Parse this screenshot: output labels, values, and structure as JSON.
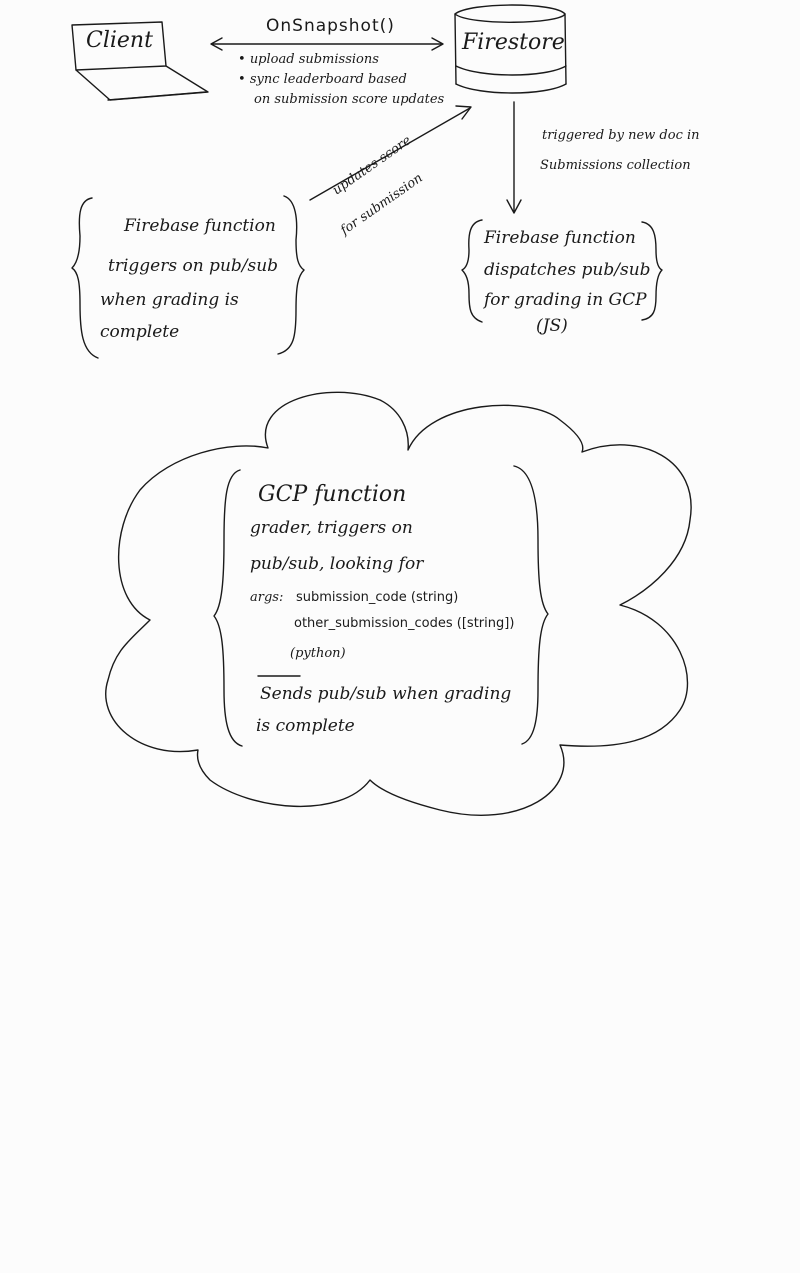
{
  "nodes": {
    "client": {
      "label": "Client"
    },
    "firestore": {
      "label": "Firestore"
    }
  },
  "edges": {
    "client_firestore": {
      "label": "OnSnapshot()",
      "bullets": [
        "upload submissions",
        "sync leaderboard based",
        "on submission score updates"
      ]
    },
    "firestore_dispatch": {
      "lines": [
        "triggered by new doc in",
        "Submissions collection"
      ]
    },
    "function_firestore": {
      "lines": [
        "updates score",
        "for submission"
      ]
    }
  },
  "firebase_function_left": {
    "lines": [
      "Firebase function",
      "triggers on pub/sub",
      "when grading is",
      "complete"
    ]
  },
  "firebase_function_right": {
    "lines": [
      "Firebase function",
      "dispatches pub/sub",
      "for grading in GCP",
      "(JS)"
    ]
  },
  "gcp_cloud": {
    "title": "GCP function",
    "line2": "grader, triggers on",
    "line3": "pub/sub, looking for",
    "args_label": "args:",
    "arg1": "submission_code (string)",
    "arg2": "other_submission_codes ([string])",
    "lang": "(python)",
    "sends_line1": "Sends pub/sub when grading",
    "sends_line2": "is complete"
  }
}
